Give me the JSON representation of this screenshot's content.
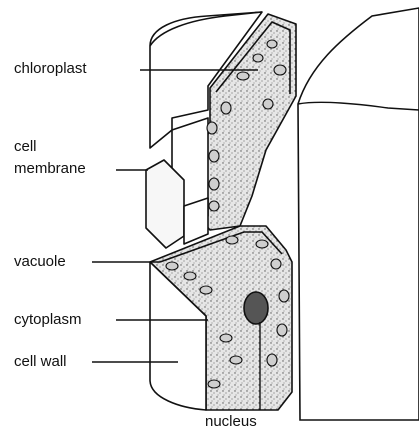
{
  "labels": {
    "chloroplast": "chloroplast",
    "cell_membrane_line1": "cell",
    "cell_membrane_line2": "membrane",
    "vacuole": "vacuole",
    "cytoplasm": "cytoplasm",
    "cell_wall": "cell wall",
    "nucleus": "nucleus"
  },
  "colors": {
    "ink": "#111111",
    "paper": "#ffffff",
    "cytoplasm_fill": "#dcdcdc",
    "wall_fill": "#f4f4f4"
  }
}
